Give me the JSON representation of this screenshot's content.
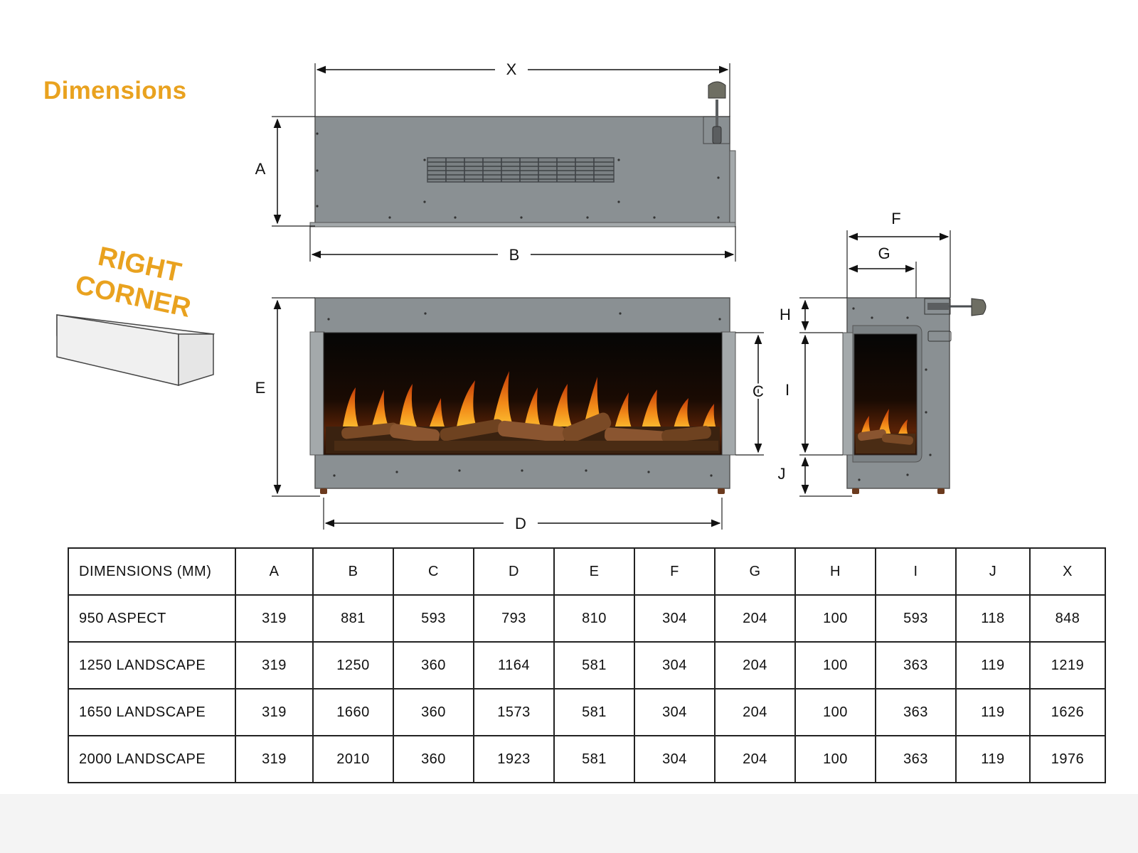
{
  "heading": "Dimensions",
  "corner_label": [
    "RIGHT",
    "CORNER"
  ],
  "dimension_labels": {
    "A": "A",
    "B": "B",
    "C": "C",
    "D": "D",
    "E": "E",
    "F": "F",
    "G": "G",
    "H": "H",
    "I": "I",
    "J": "J",
    "X": "X"
  },
  "table": {
    "header": [
      "DIMENSIONS (MM)",
      "A",
      "B",
      "C",
      "D",
      "E",
      "F",
      "G",
      "H",
      "I",
      "J",
      "X"
    ],
    "rows": [
      [
        "950 ASPECT",
        "319",
        "881",
        "593",
        "793",
        "810",
        "304",
        "204",
        "100",
        "593",
        "118",
        "848"
      ],
      [
        "1250 LANDSCAPE",
        "319",
        "1250",
        "360",
        "1164",
        "581",
        "304",
        "204",
        "100",
        "363",
        "119",
        "1219"
      ],
      [
        "1650 LANDSCAPE",
        "319",
        "1660",
        "360",
        "1573",
        "581",
        "304",
        "204",
        "100",
        "363",
        "119",
        "1626"
      ],
      [
        "2000 LANDSCAPE",
        "319",
        "2010",
        "360",
        "1923",
        "581",
        "304",
        "204",
        "100",
        "363",
        "119",
        "1976"
      ]
    ]
  },
  "colors": {
    "accent": "#e9a21f",
    "body": "#8a9093",
    "panel": "#a4a9ab",
    "firebox": "#0b0b0b",
    "flame": "#f28a18"
  }
}
